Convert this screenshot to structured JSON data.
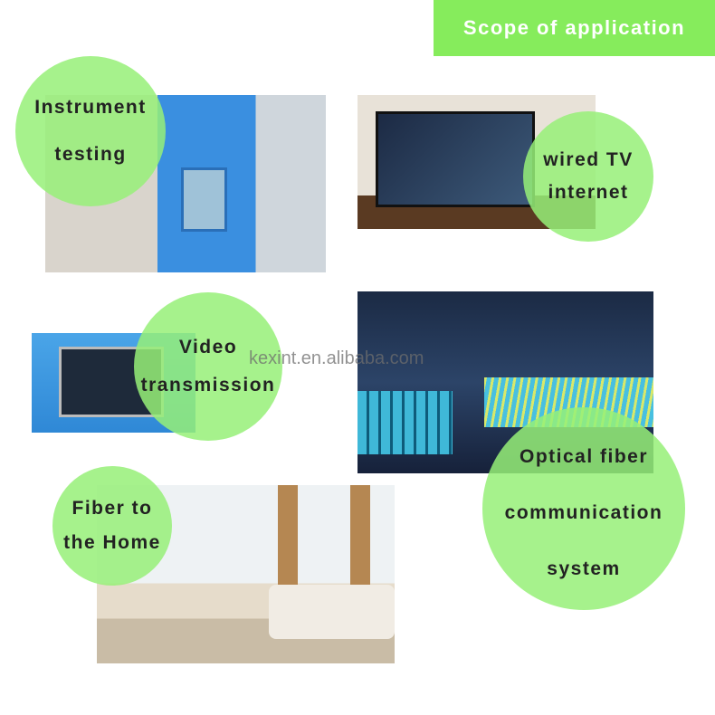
{
  "header": {
    "title": "Scope of application"
  },
  "watermark": "kexint.en.alibaba.com",
  "applications": [
    {
      "line1": "Instrument",
      "line2": "testing"
    },
    {
      "line1": "wired TV",
      "line2": "internet"
    },
    {
      "line1": "Video",
      "line2": "transmission"
    },
    {
      "line1": "Optical fiber",
      "line2": "communication",
      "line3": "system"
    },
    {
      "line1": "Fiber to",
      "line2": "the Home"
    }
  ],
  "colors": {
    "accent": "#86ec5c",
    "circle": "#96f078"
  }
}
